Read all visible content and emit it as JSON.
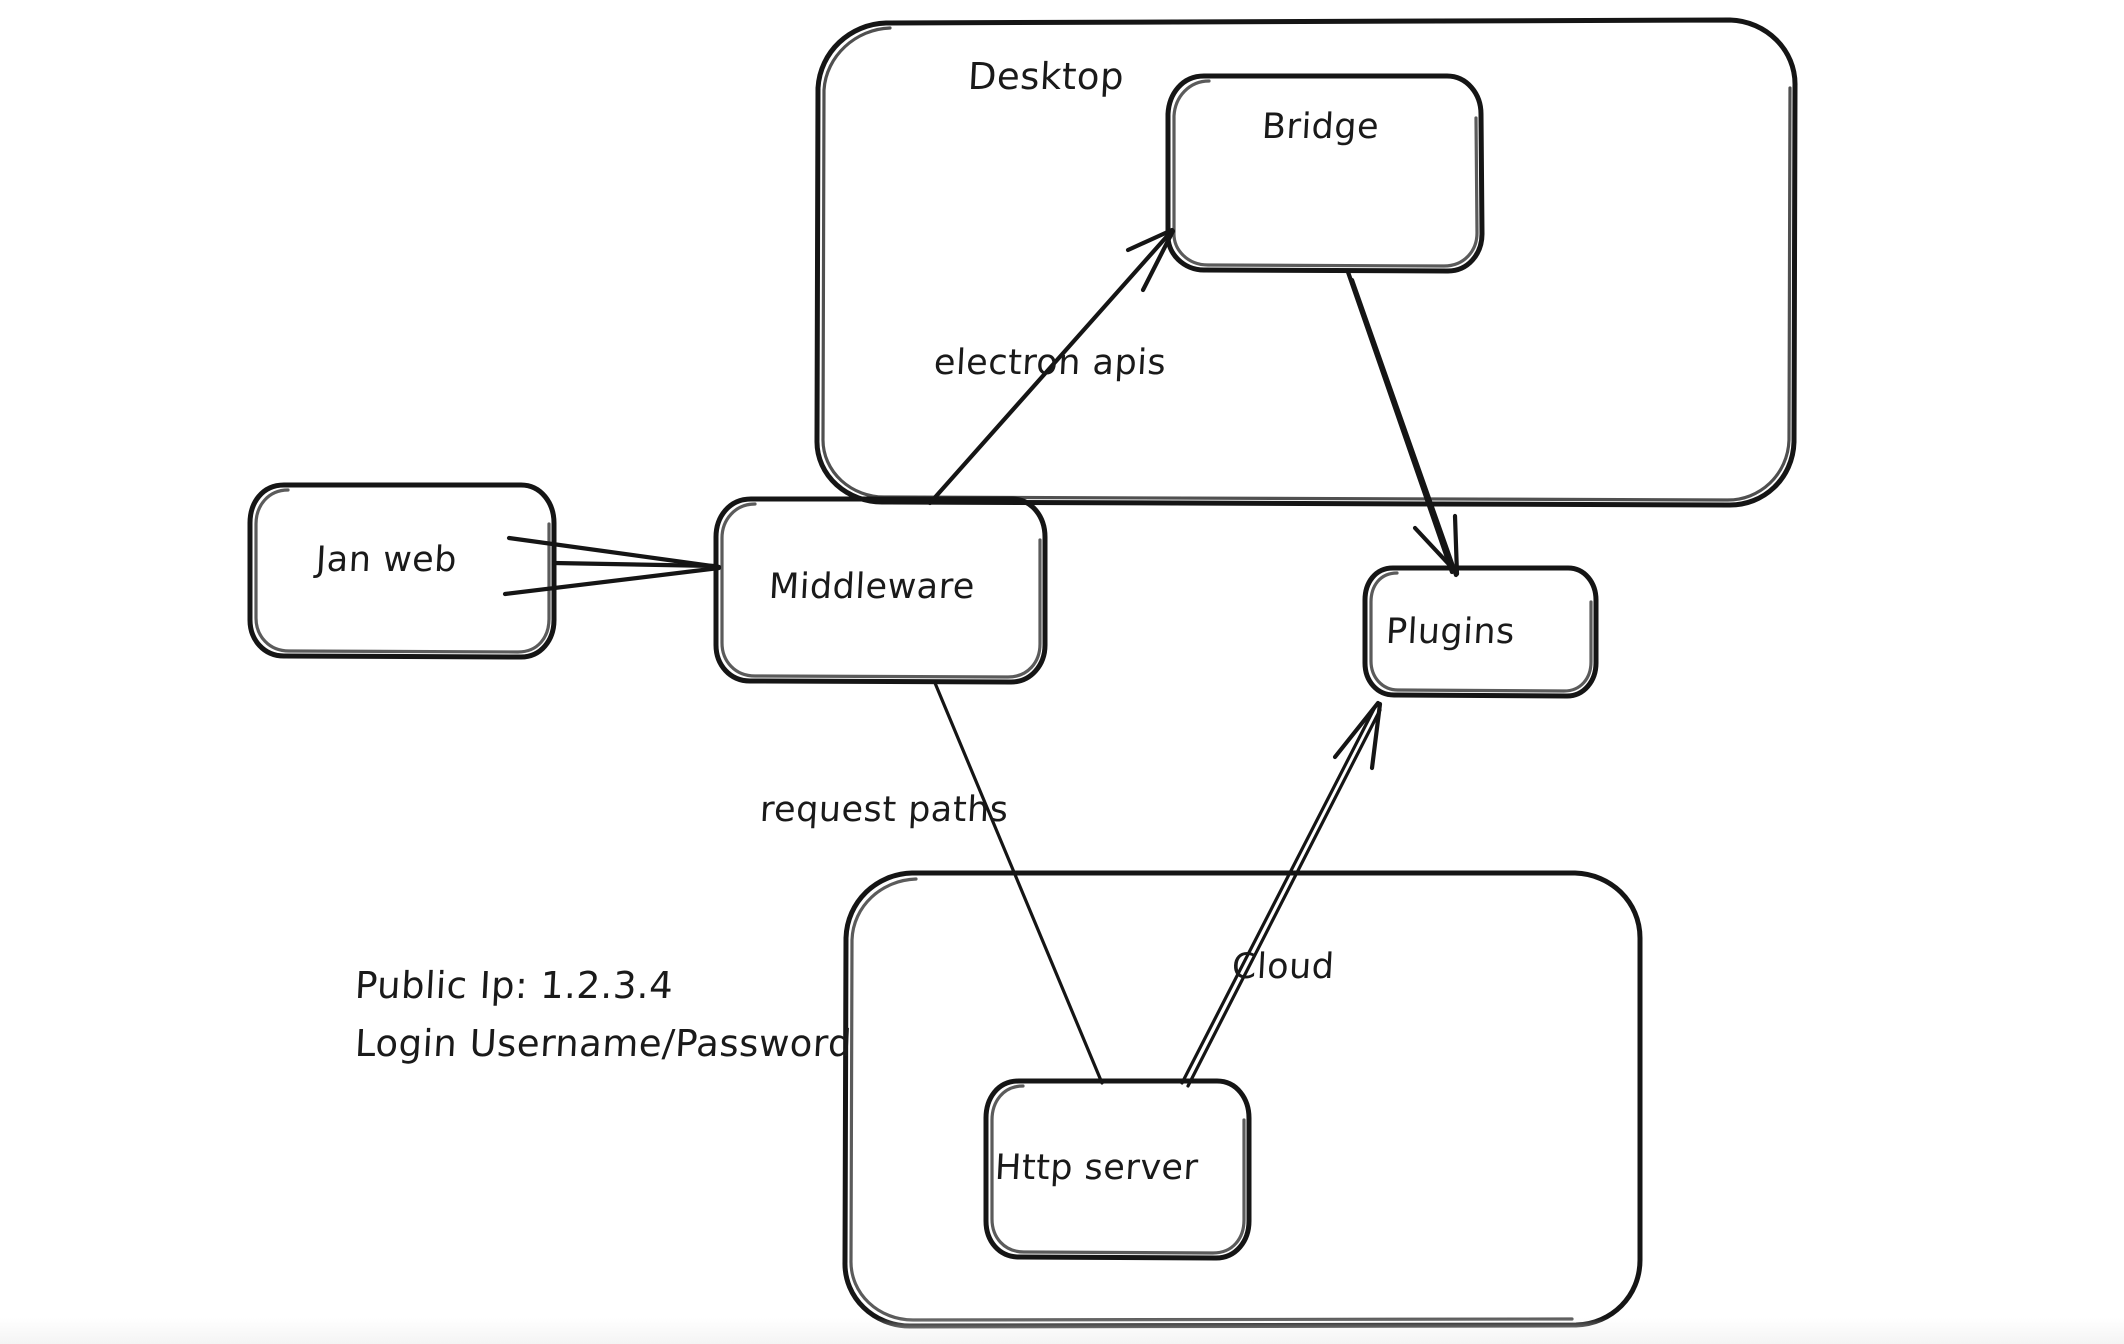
{
  "diagram": {
    "title_text": "",
    "background_color": "#ffffff",
    "stroke_color": "#151515",
    "groups": [
      {
        "id": "desktop",
        "label": "Desktop"
      },
      {
        "id": "cloud_group",
        "label": ""
      }
    ],
    "nodes": [
      {
        "id": "jan_web",
        "label": "Jan web"
      },
      {
        "id": "middleware",
        "label": "Middleware"
      },
      {
        "id": "bridge",
        "label": "Bridge"
      },
      {
        "id": "plugins",
        "label": "Plugins"
      },
      {
        "id": "http_server",
        "label": "Http server"
      }
    ],
    "edge_labels": [
      {
        "id": "electron_apis",
        "label": "electron apis"
      },
      {
        "id": "request_paths",
        "label": "request paths"
      },
      {
        "id": "cloud",
        "label": "Cloud"
      }
    ],
    "notes": {
      "public_ip_line": "Public Ip: 1.2.3.4",
      "login_line": "Login Username/Password"
    }
  }
}
